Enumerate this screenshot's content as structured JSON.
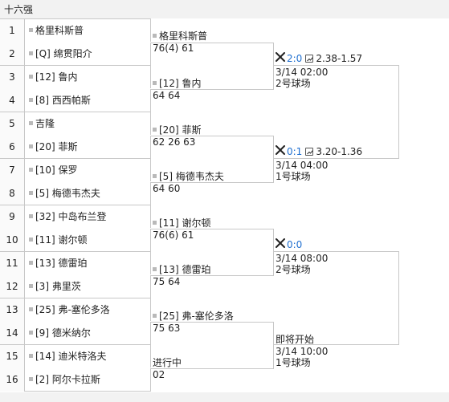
{
  "round_title": "十六强",
  "draw": [
    {
      "seed": "1",
      "name": "格里科斯普"
    },
    {
      "seed": "2",
      "name": "[Q] 绵贯阳介"
    },
    {
      "seed": "3",
      "name": "[12] 鲁内"
    },
    {
      "seed": "4",
      "name": "[8] 西西帕斯"
    },
    {
      "seed": "5",
      "name": "吉隆"
    },
    {
      "seed": "6",
      "name": "[20] 菲斯"
    },
    {
      "seed": "7",
      "name": "[10] 保罗"
    },
    {
      "seed": "8",
      "name": "[5] 梅德韦杰夫"
    },
    {
      "seed": "9",
      "name": "[32] 中岛布兰登"
    },
    {
      "seed": "10",
      "name": "[11] 谢尔顿"
    },
    {
      "seed": "11",
      "name": "[13] 德雷珀"
    },
    {
      "seed": "12",
      "name": "[3] 弗里茨"
    },
    {
      "seed": "13",
      "name": "[25] 弗-塞伦多洛"
    },
    {
      "seed": "14",
      "name": "[9] 德米纳尔"
    },
    {
      "seed": "15",
      "name": "[14] 迪米特洛夫"
    },
    {
      "seed": "16",
      "name": "[2] 阿尔卡拉斯"
    }
  ],
  "round2": [
    {
      "name": "格里科斯普",
      "score": "76(4) 61"
    },
    {
      "name": "[12] 鲁内",
      "score": "64 64"
    },
    {
      "name": "[20] 菲斯",
      "score": "62 26 63"
    },
    {
      "name": "[5] 梅德韦杰夫",
      "score": "64 60"
    },
    {
      "name": "[11] 谢尔顿",
      "score": "76(6) 61"
    },
    {
      "name": "[13] 德雷珀",
      "score": "75 64"
    },
    {
      "name": "[25] 弗-塞伦多洛",
      "score": "75 63"
    },
    {
      "name": "",
      "score": ""
    }
  ],
  "live_match": {
    "status": "进行中",
    "score": "02"
  },
  "quarterfinals": [
    {
      "h2h": "2:0",
      "odds": "2.38-1.57",
      "time": "3/14 02:00",
      "court": "2号球场"
    },
    {
      "h2h": "0:1",
      "odds": "3.20-1.36",
      "time": "3/14 04:00",
      "court": "1号球场"
    },
    {
      "h2h": "0:0",
      "odds": "",
      "time": "3/14 08:00",
      "court": "2号球场"
    },
    {
      "status": "即将开始",
      "time": "3/14 10:00",
      "court": "1号球场"
    }
  ],
  "colors": {
    "accent": "#1f6fd0",
    "line": "#c8c8c8",
    "bar": "#f2f2f2"
  },
  "icons": {
    "h2h": "crossed-swords-icon",
    "odds": "chart-checkbox-icon",
    "bullet": "square-bullet-icon"
  }
}
